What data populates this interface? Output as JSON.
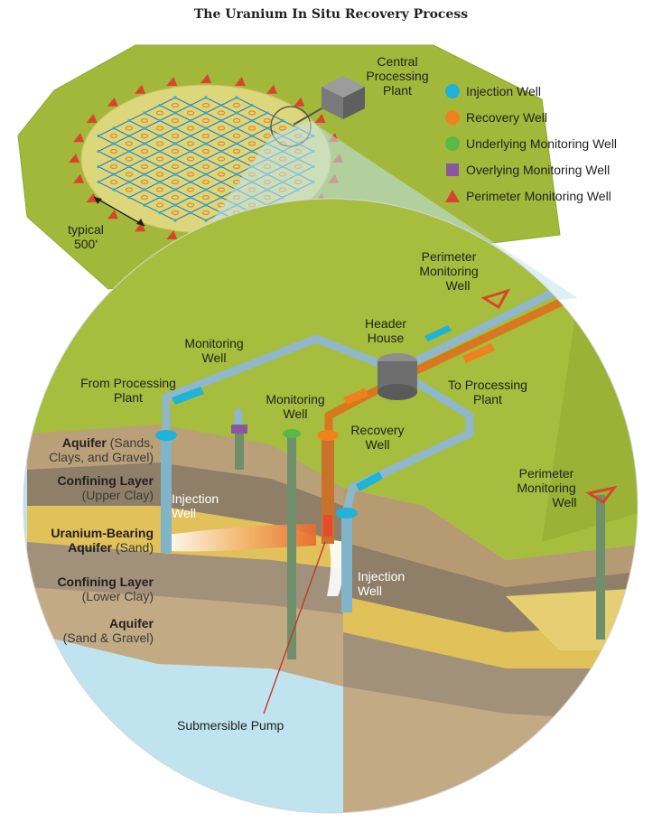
{
  "title": "The Uranium In Situ Recovery Process",
  "legend": [
    {
      "label": "Injection Well",
      "color": "#1fb3d8",
      "icon": "circle-icon"
    },
    {
      "label": "Recovery Well",
      "color": "#f0821e",
      "icon": "circle-icon"
    },
    {
      "label": "Underlying Monitoring Well",
      "color": "#58b848",
      "icon": "circle-icon"
    },
    {
      "label": "Overlying Monitoring Well",
      "color": "#8a55a3",
      "icon": "square-icon"
    },
    {
      "label": "Perimeter Monitoring Well",
      "color": "#d9452c",
      "icon": "triangle-icon"
    }
  ],
  "labels": {
    "central_plant_1": "Central",
    "central_plant_2": "Processing",
    "central_plant_3": "Plant",
    "typical_1": "typical",
    "typical_2": "500'",
    "perimeter_top_1": "Perimeter",
    "perimeter_top_2": "Monitoring",
    "perimeter_top_3": "Well",
    "header_1": "Header",
    "header_2": "House",
    "monitoring_a_1": "Monitoring",
    "monitoring_a_2": "Well",
    "from_plant_1": "From Processing",
    "from_plant_2": "Plant",
    "monitoring_b_1": "Monitoring",
    "monitoring_b_2": "Well",
    "recovery_1": "Recovery",
    "recovery_2": "Well",
    "to_plant_1": "To Processing",
    "to_plant_2": "Plant",
    "perimeter_right_1": "Perimeter",
    "perimeter_right_2": "Monitoring",
    "perimeter_right_3": "Well",
    "injection_left_1": "Injection",
    "injection_left_2": "Well",
    "injection_right_1": "Injection",
    "injection_right_2": "Well",
    "pump": "Submersible Pump"
  },
  "layers": [
    {
      "name": "Aquifer",
      "detail_a": "(Sands,",
      "detail_b": "Clays, and Gravel)"
    },
    {
      "name": "Confining Layer",
      "detail_b": "(Upper Clay)"
    },
    {
      "name": "Uranium-Bearing",
      "name_b": "Aquifer",
      "detail_b": "(Sand)"
    },
    {
      "name": "Confining Layer",
      "detail_b": "(Lower Clay)"
    },
    {
      "name": "Aquifer",
      "detail_b": "(Sand & Gravel)"
    }
  ],
  "colors": {
    "ground": "#a6bd3d",
    "wellfield": "#dcd77a",
    "sky": "#bfe3ef",
    "pipe": "#8fb7c9",
    "recovery_pipe": "#d9771e",
    "casing": "#6e8f6a",
    "ore": "#e0c15a"
  }
}
